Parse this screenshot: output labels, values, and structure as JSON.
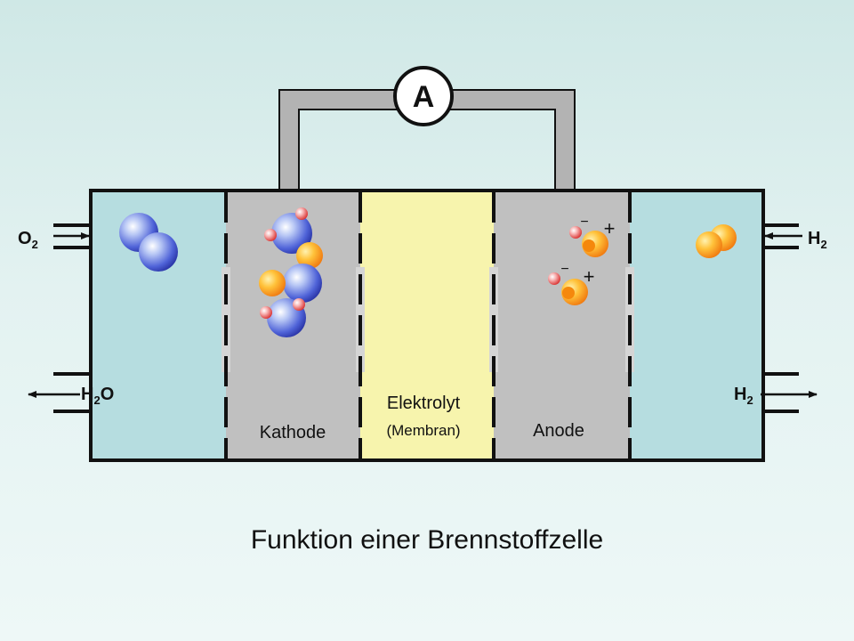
{
  "title": "Funktion einer Brennstoffzelle",
  "labels": {
    "ammeter": "A",
    "cathode": "Kathode",
    "electrolyte": "Elektrolyt",
    "membrane": "(Membran)",
    "anode": "Anode"
  },
  "ports": {
    "o2_in": {
      "main": "O",
      "sub": "2",
      "tail": ""
    },
    "h2o_out": {
      "main": "H",
      "sub": "2",
      "tail": "O"
    },
    "h2_in": {
      "main": "H",
      "sub": "2",
      "tail": ""
    },
    "h2_out": {
      "main": "H",
      "sub": "2",
      "tail": ""
    }
  },
  "signs": {
    "minus": "−",
    "plus": "+"
  },
  "colors": {
    "gas_chamber": "#b6dde0",
    "electrode": "#c0c0c0",
    "electrolyte": "#f7f4ad",
    "outline": "#111111",
    "wire": "#b3b3b3"
  },
  "icons": {
    "oxygen": "blue-sphere",
    "hydrogen": "orange-sphere",
    "electron": "small-red-sphere"
  }
}
